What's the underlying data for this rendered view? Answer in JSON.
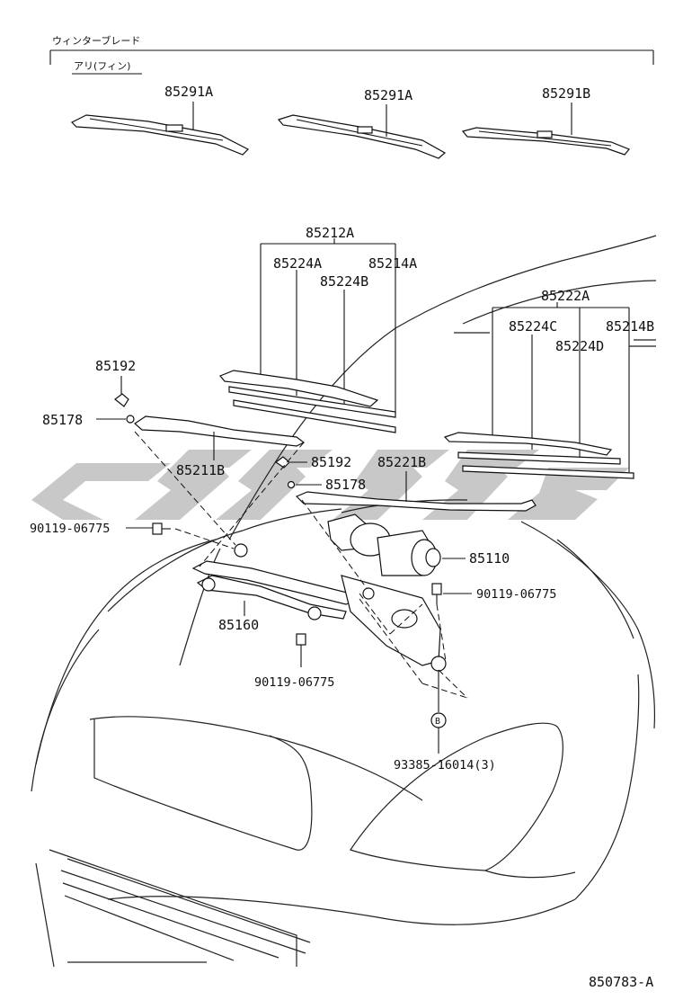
{
  "header": {
    "winter_blade": "ウィンターブレード",
    "with_fin": "アリ(フィン)"
  },
  "labels": {
    "blade_1": "85291A",
    "blade_2": "85291A",
    "blade_3": "85291B",
    "assy_left": "85212A",
    "rubber_a": "85224A",
    "backing_a": "85214A",
    "rubber_b": "85224B",
    "assy_right": "85222A",
    "rubber_c": "85224C",
    "backing_b": "85214B",
    "rubber_d": "85224D",
    "cap_left": "85192",
    "nut_left": "85178",
    "arm_left": "85211B",
    "cap_right": "85192",
    "arm_right": "85221B",
    "nut_right": "85178",
    "bolt_1": "90119-06775",
    "motor": "85110",
    "bolt_2": "90119-06775",
    "link": "85160",
    "bolt_3": "90119-06775",
    "ref_b": "B",
    "grommet": "93385-16014(3)",
    "figure_no": "850783-A"
  }
}
